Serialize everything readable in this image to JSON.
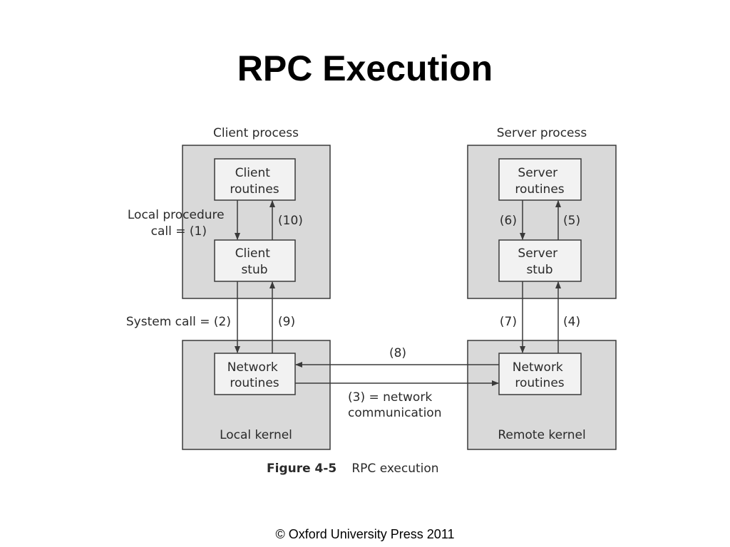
{
  "title": "RPC Execution",
  "client_process_label": "Client process",
  "server_process_label": "Server process",
  "client_routines": [
    "Client",
    "routines"
  ],
  "client_stub": [
    "Client",
    "stub"
  ],
  "server_routines": [
    "Server",
    "routines"
  ],
  "server_stub": [
    "Server",
    "stub"
  ],
  "client_network": [
    "Network",
    "routines"
  ],
  "server_network": [
    "Network",
    "routines"
  ],
  "local_kernel": "Local kernel",
  "remote_kernel": "Remote kernel",
  "local_procedure_call": [
    "Local procedure",
    "call = (1)"
  ],
  "step_10": "(10)",
  "step_6": "(6)",
  "step_5": "(5)",
  "system_call": "System call = (2)",
  "step_9": "(9)",
  "step_7": "(7)",
  "step_4": "(4)",
  "step_8": "(8)",
  "network_communication": [
    "(3) = network",
    "communication"
  ],
  "caption_number": "Figure 4-5",
  "caption_text": "RPC execution",
  "footer": "© Oxford University Press 2011"
}
